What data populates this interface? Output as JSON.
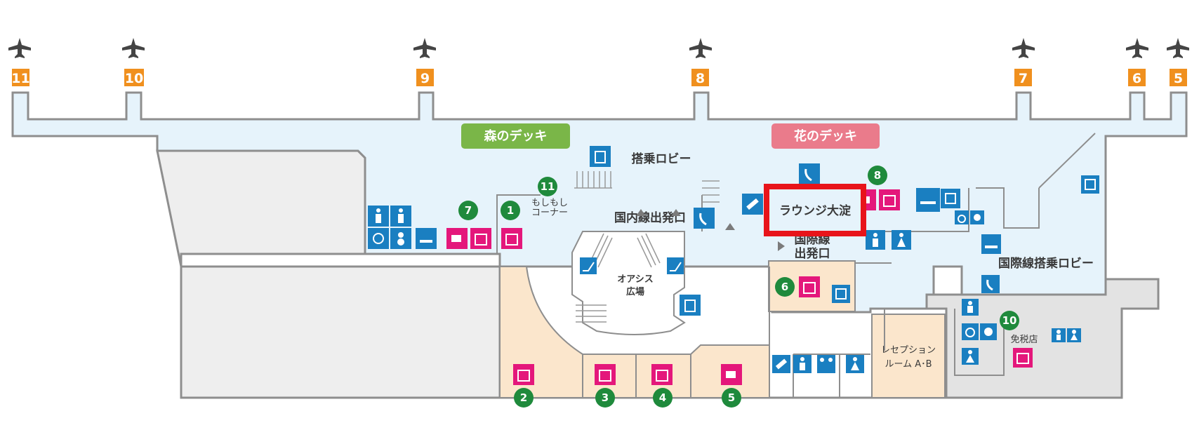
{
  "gates": [
    "11",
    "10",
    "9",
    "8",
    "7",
    "6",
    "5"
  ],
  "decks": {
    "forest": "森のデッキ",
    "flower": "花のデッキ"
  },
  "areas": {
    "boarding_lobby": "搭乗ロビー",
    "domestic_departure": "国内線出発口",
    "intl_departure_line1": "国際線",
    "intl_departure_line2": "出発口",
    "intl_boarding_lobby": "国際線搭乗ロビー",
    "oasis_line1": "オアシス",
    "oasis_line2": "広場",
    "moshimoshi_line1": "もしもし",
    "moshimoshi_line2": "コーナー",
    "reception_line1": "レセプション",
    "reception_line2": "ルーム A･B",
    "duty_free": "免税店",
    "lounge": "ラウンジ大淀"
  },
  "markers": [
    "1",
    "2",
    "3",
    "4",
    "5",
    "6",
    "7",
    "8",
    "10",
    "11"
  ],
  "colors": {
    "deck_forest": "#7ab648",
    "deck_flower": "#ea7b8b",
    "gate": "#f0901e",
    "marker": "#1f8a3c",
    "info_icon": "#1a7fc1",
    "shop_icon": "#e4177b",
    "highlight": "#e8141a",
    "lobby": "#e6f3fb",
    "shop_area": "#fbe6cc",
    "landside": "#eeeeee"
  },
  "icons": {
    "restroom-men": "blue",
    "restroom-women": "blue",
    "accessible": "blue",
    "baby": "blue",
    "smoking": "blue",
    "phone": "blue",
    "elevator": "blue",
    "escalator": "blue",
    "ticket": "blue",
    "cafe": "pink",
    "shop": "pink"
  }
}
